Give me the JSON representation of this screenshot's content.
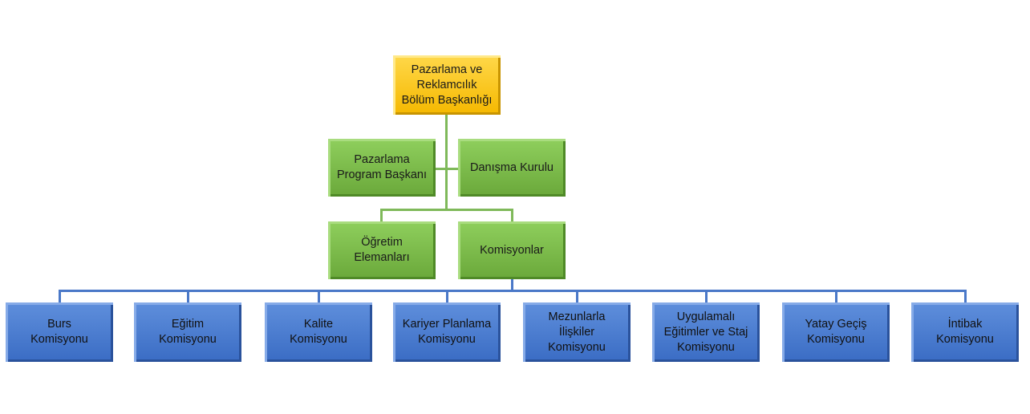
{
  "head": {
    "label": "Pazarlama ve\nReklamcılık\nBölüm Başkanlığı"
  },
  "level2": [
    {
      "label": "Pazarlama\nProgram Başkanı"
    },
    {
      "label": "Danışma Kurulu"
    }
  ],
  "level3": [
    {
      "label": "Öğretim\nElemanları"
    },
    {
      "label": "Komisyonlar"
    }
  ],
  "commissions": [
    {
      "label": "Burs\nKomisyonu"
    },
    {
      "label": "Eğitim\nKomisyonu"
    },
    {
      "label": "Kalite\nKomisyonu"
    },
    {
      "label": "Kariyer Planlama\nKomisyonu"
    },
    {
      "label": "Mezunlarla\nİlişkiler\nKomisyonu"
    },
    {
      "label": "Uygulamalı\nEğitimler ve Staj\nKomisyonu"
    },
    {
      "label": "Yatay Geçiş\nKomisyonu"
    },
    {
      "label": "İntibak\nKomisyonu"
    }
  ],
  "colors": {
    "head": "#f5b800",
    "middle": "#6aa83a",
    "commission": "#3a6cc4"
  }
}
